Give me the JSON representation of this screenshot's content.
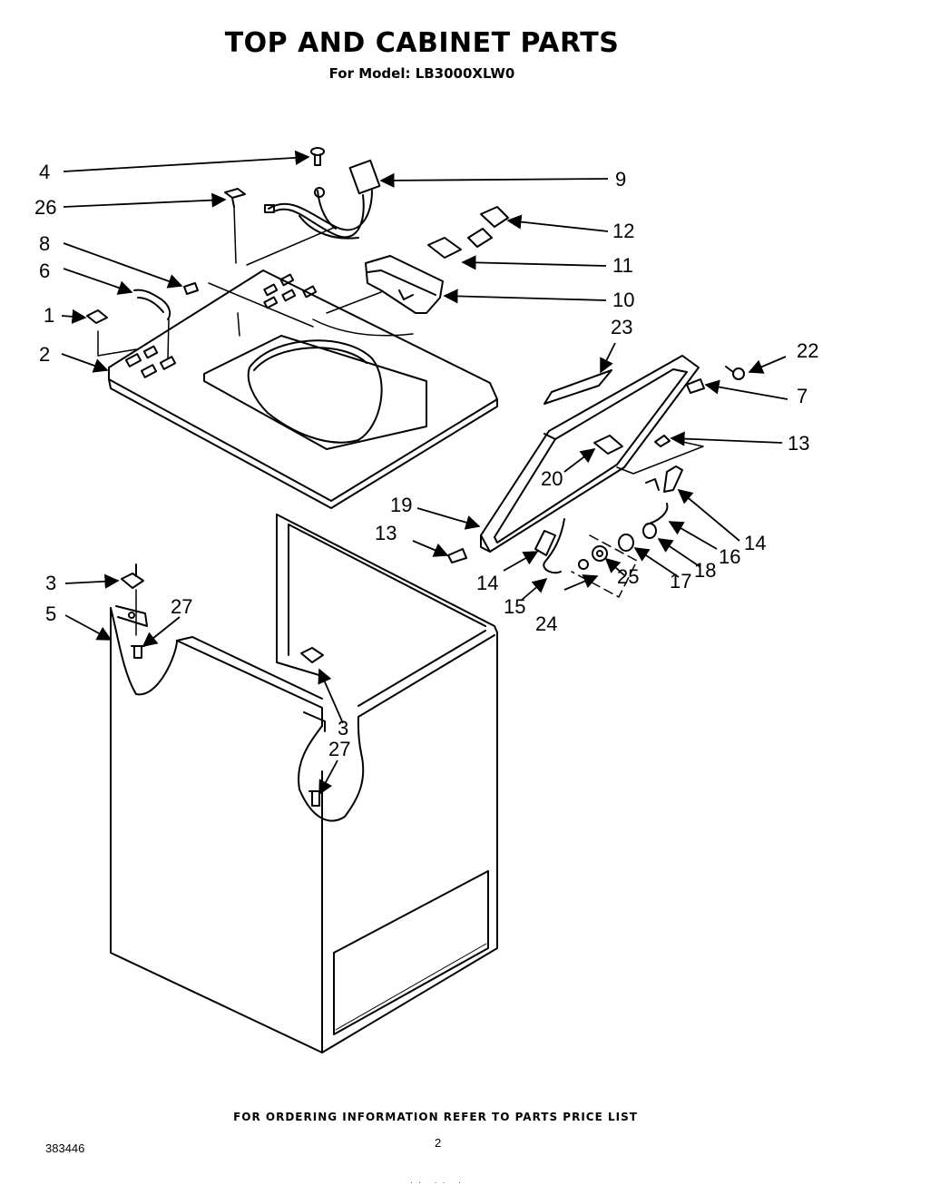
{
  "header": {
    "title": "TOP AND CABINET PARTS",
    "subtitle": "For Model: LB3000XLW0"
  },
  "footer": {
    "ordering_note": "FOR ORDERING INFORMATION REFER TO PARTS PRICE LIST",
    "document_number": "383446",
    "page_number": "2",
    "bottom_marks": "·· ·· ·"
  },
  "callouts": {
    "c1": "1",
    "c2": "2",
    "c3a": "3",
    "c3b": "3",
    "c4": "4",
    "c5": "5",
    "c6": "6",
    "c7": "7",
    "c8": "8",
    "c9": "9",
    "c10": "10",
    "c11": "11",
    "c12": "12",
    "c13a": "13",
    "c13b": "13",
    "c14a": "14",
    "c14b": "14",
    "c15": "15",
    "c16": "16",
    "c17": "17",
    "c18": "18",
    "c19": "19",
    "c20": "20",
    "c22": "22",
    "c23": "23",
    "c24": "24",
    "c25": "25",
    "c26": "26",
    "c27a": "27",
    "c27b": "27"
  }
}
